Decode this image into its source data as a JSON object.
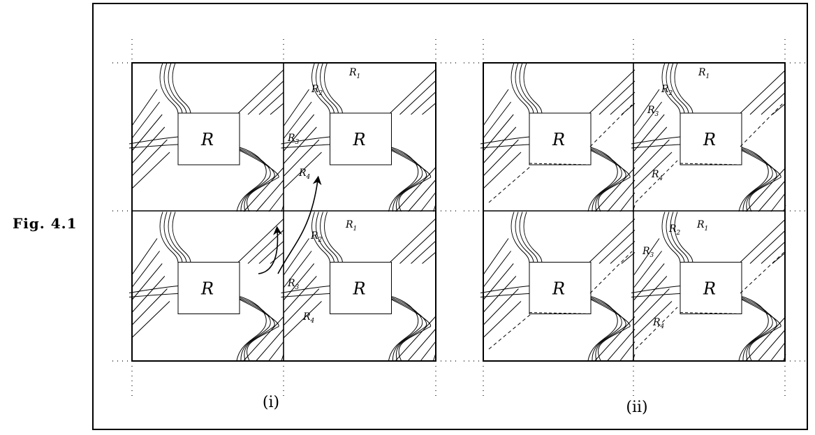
{
  "figure_label": "Fig. 4.1",
  "panels": [
    {
      "id": "i",
      "caption": "(i)",
      "box_label": "R",
      "region_labels": [
        {
          "base": "R",
          "sub": "1"
        },
        {
          "base": "R",
          "sub": "2"
        },
        {
          "base": "R",
          "sub": "3"
        },
        {
          "base": "R",
          "sub": "4"
        },
        {
          "base": "R",
          "sub": "1"
        },
        {
          "base": "R",
          "sub": "2"
        },
        {
          "base": "R",
          "sub": "3"
        },
        {
          "base": "R",
          "sub": "4"
        }
      ]
    },
    {
      "id": "ii",
      "caption": "(ii)",
      "box_label": "R",
      "region_labels": [
        {
          "base": "R",
          "sub": "1"
        },
        {
          "base": "R",
          "sub": "2"
        },
        {
          "base": "R",
          "sub": "3"
        },
        {
          "base": "R",
          "sub": "4"
        },
        {
          "base": "R",
          "sub": "1"
        },
        {
          "base": "R",
          "sub": "2"
        },
        {
          "base": "R",
          "sub": "3"
        },
        {
          "base": "R",
          "sub": "4"
        }
      ]
    }
  ]
}
